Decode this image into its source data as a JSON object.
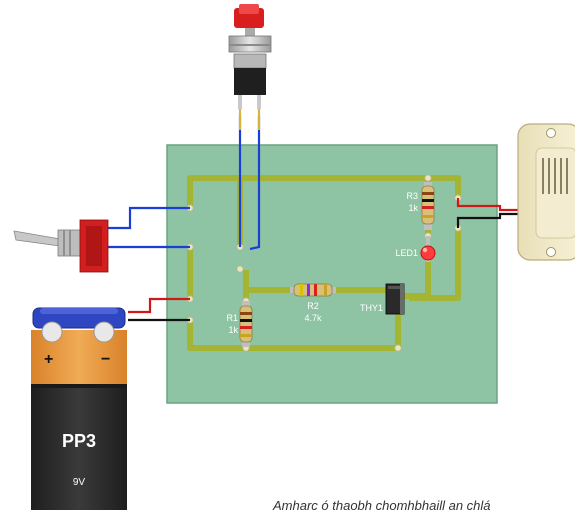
{
  "caption": "Amharc ó thaobh chomhbhaill an chlá",
  "colors": {
    "board": "#8ec3a3",
    "track": "#a4b534",
    "wire_blue": "#1a3fd6",
    "wire_red": "#d01818",
    "wire_black": "#111111",
    "battery_orange": "#e59a3c",
    "battery_cap": "#2f46c2",
    "led": "#ff3b3b"
  },
  "components": {
    "r1": {
      "name": "R1",
      "value": "1k"
    },
    "r2": {
      "name": "R2",
      "value": "4.7k"
    },
    "r3": {
      "name": "R3",
      "value": "1k"
    },
    "led": {
      "name": "LED1"
    },
    "thyristor": {
      "name": "THY1"
    }
  },
  "battery": {
    "type": "PP3",
    "voltage": "9V",
    "plus": "+",
    "minus": "−"
  },
  "icons": [
    "push-button-switch-icon",
    "toggle-switch-icon",
    "buzzer-icon",
    "battery-icon"
  ]
}
